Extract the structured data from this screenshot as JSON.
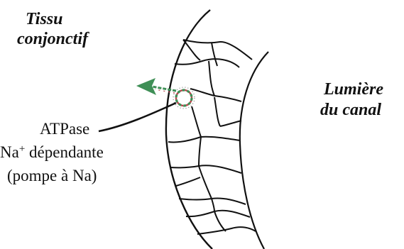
{
  "labels": {
    "tissu": "Tissu",
    "conjonctif": "conjonctif",
    "lumiere": "Lumière",
    "du_canal": "du canal",
    "atpase": "ATPase",
    "na_symbol": "Na",
    "na_charge": "+",
    "dependante": " dépendante",
    "pompe": "(pompe à Na)"
  },
  "colors": {
    "ink": "#111111",
    "pump_green": "#3f8f56",
    "pump_red": "#b8424a",
    "pump_dots": "#7a7a7a"
  }
}
